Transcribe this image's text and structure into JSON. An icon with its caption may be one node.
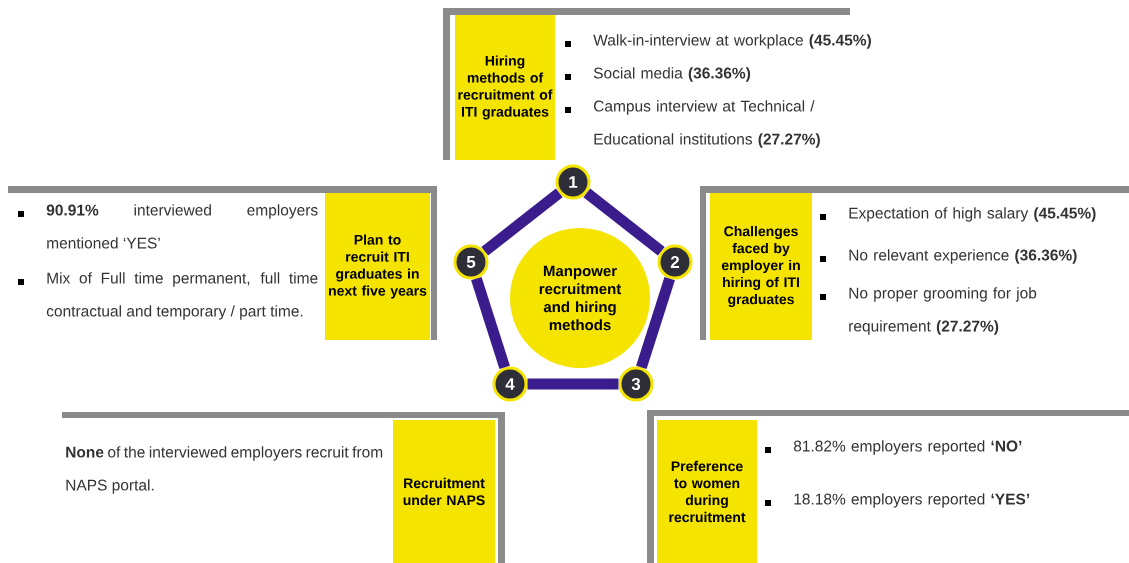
{
  "diagram": {
    "nodes": [
      {
        "text": [
          "Manpower recruitment and hiring methods"
        ]
      },
      {
        "text": [
          "1"
        ]
      },
      {
        "text": [
          "2"
        ]
      },
      {
        "text": [
          "3"
        ]
      },
      {
        "text": [
          "4"
        ]
      },
      {
        "text": [
          "5"
        ]
      },
      {
        "text": [
          "Hiring methods of recruitment of ITI graduates"
        ],
        "beside": [
          "Walk-in-interview at workplace **(45.45%)**",
          "Social media **(36.36%)**",
          "Campus interview at Technical / Educational institutions **(27.27%)**"
        ]
      },
      {
        "text": [
          "Plan to recruit ITI graduates in next five years"
        ],
        "beside": [
          "**90.91%** interviewed employers mentioned ‘YES’",
          "Mix of Full time permanent, full time contractual and temporary / part time."
        ]
      },
      {
        "text": [
          "Challenges faced by employer in hiring of ITI graduates"
        ],
        "beside": [
          "Expectation of high salary **(45.45%)**",
          "No relevant experience **(36.36%)**",
          "No proper grooming for job requirement **(27.27%)**"
        ]
      },
      {
        "text": [
          "Recruitment under NAPS"
        ],
        "beside": [
          "**None** of the interviewed employers recruit from NAPS portal."
        ]
      },
      {
        "text": [
          "Preference to women during recruitment"
        ],
        "beside": [
          "81.82% employers reported **‘NO’**",
          "18.18% employers reported **‘YES’**"
        ]
      }
    ],
    "edges": [
      {
        "from": 1,
        "to": 2,
        "arrow": "none"
      },
      {
        "from": 2,
        "to": 3,
        "arrow": "none"
      },
      {
        "from": 3,
        "to": 4,
        "arrow": "none"
      },
      {
        "from": 4,
        "to": 5,
        "arrow": "none"
      },
      {
        "from": 5,
        "to": 1,
        "arrow": "none"
      }
    ]
  }
}
